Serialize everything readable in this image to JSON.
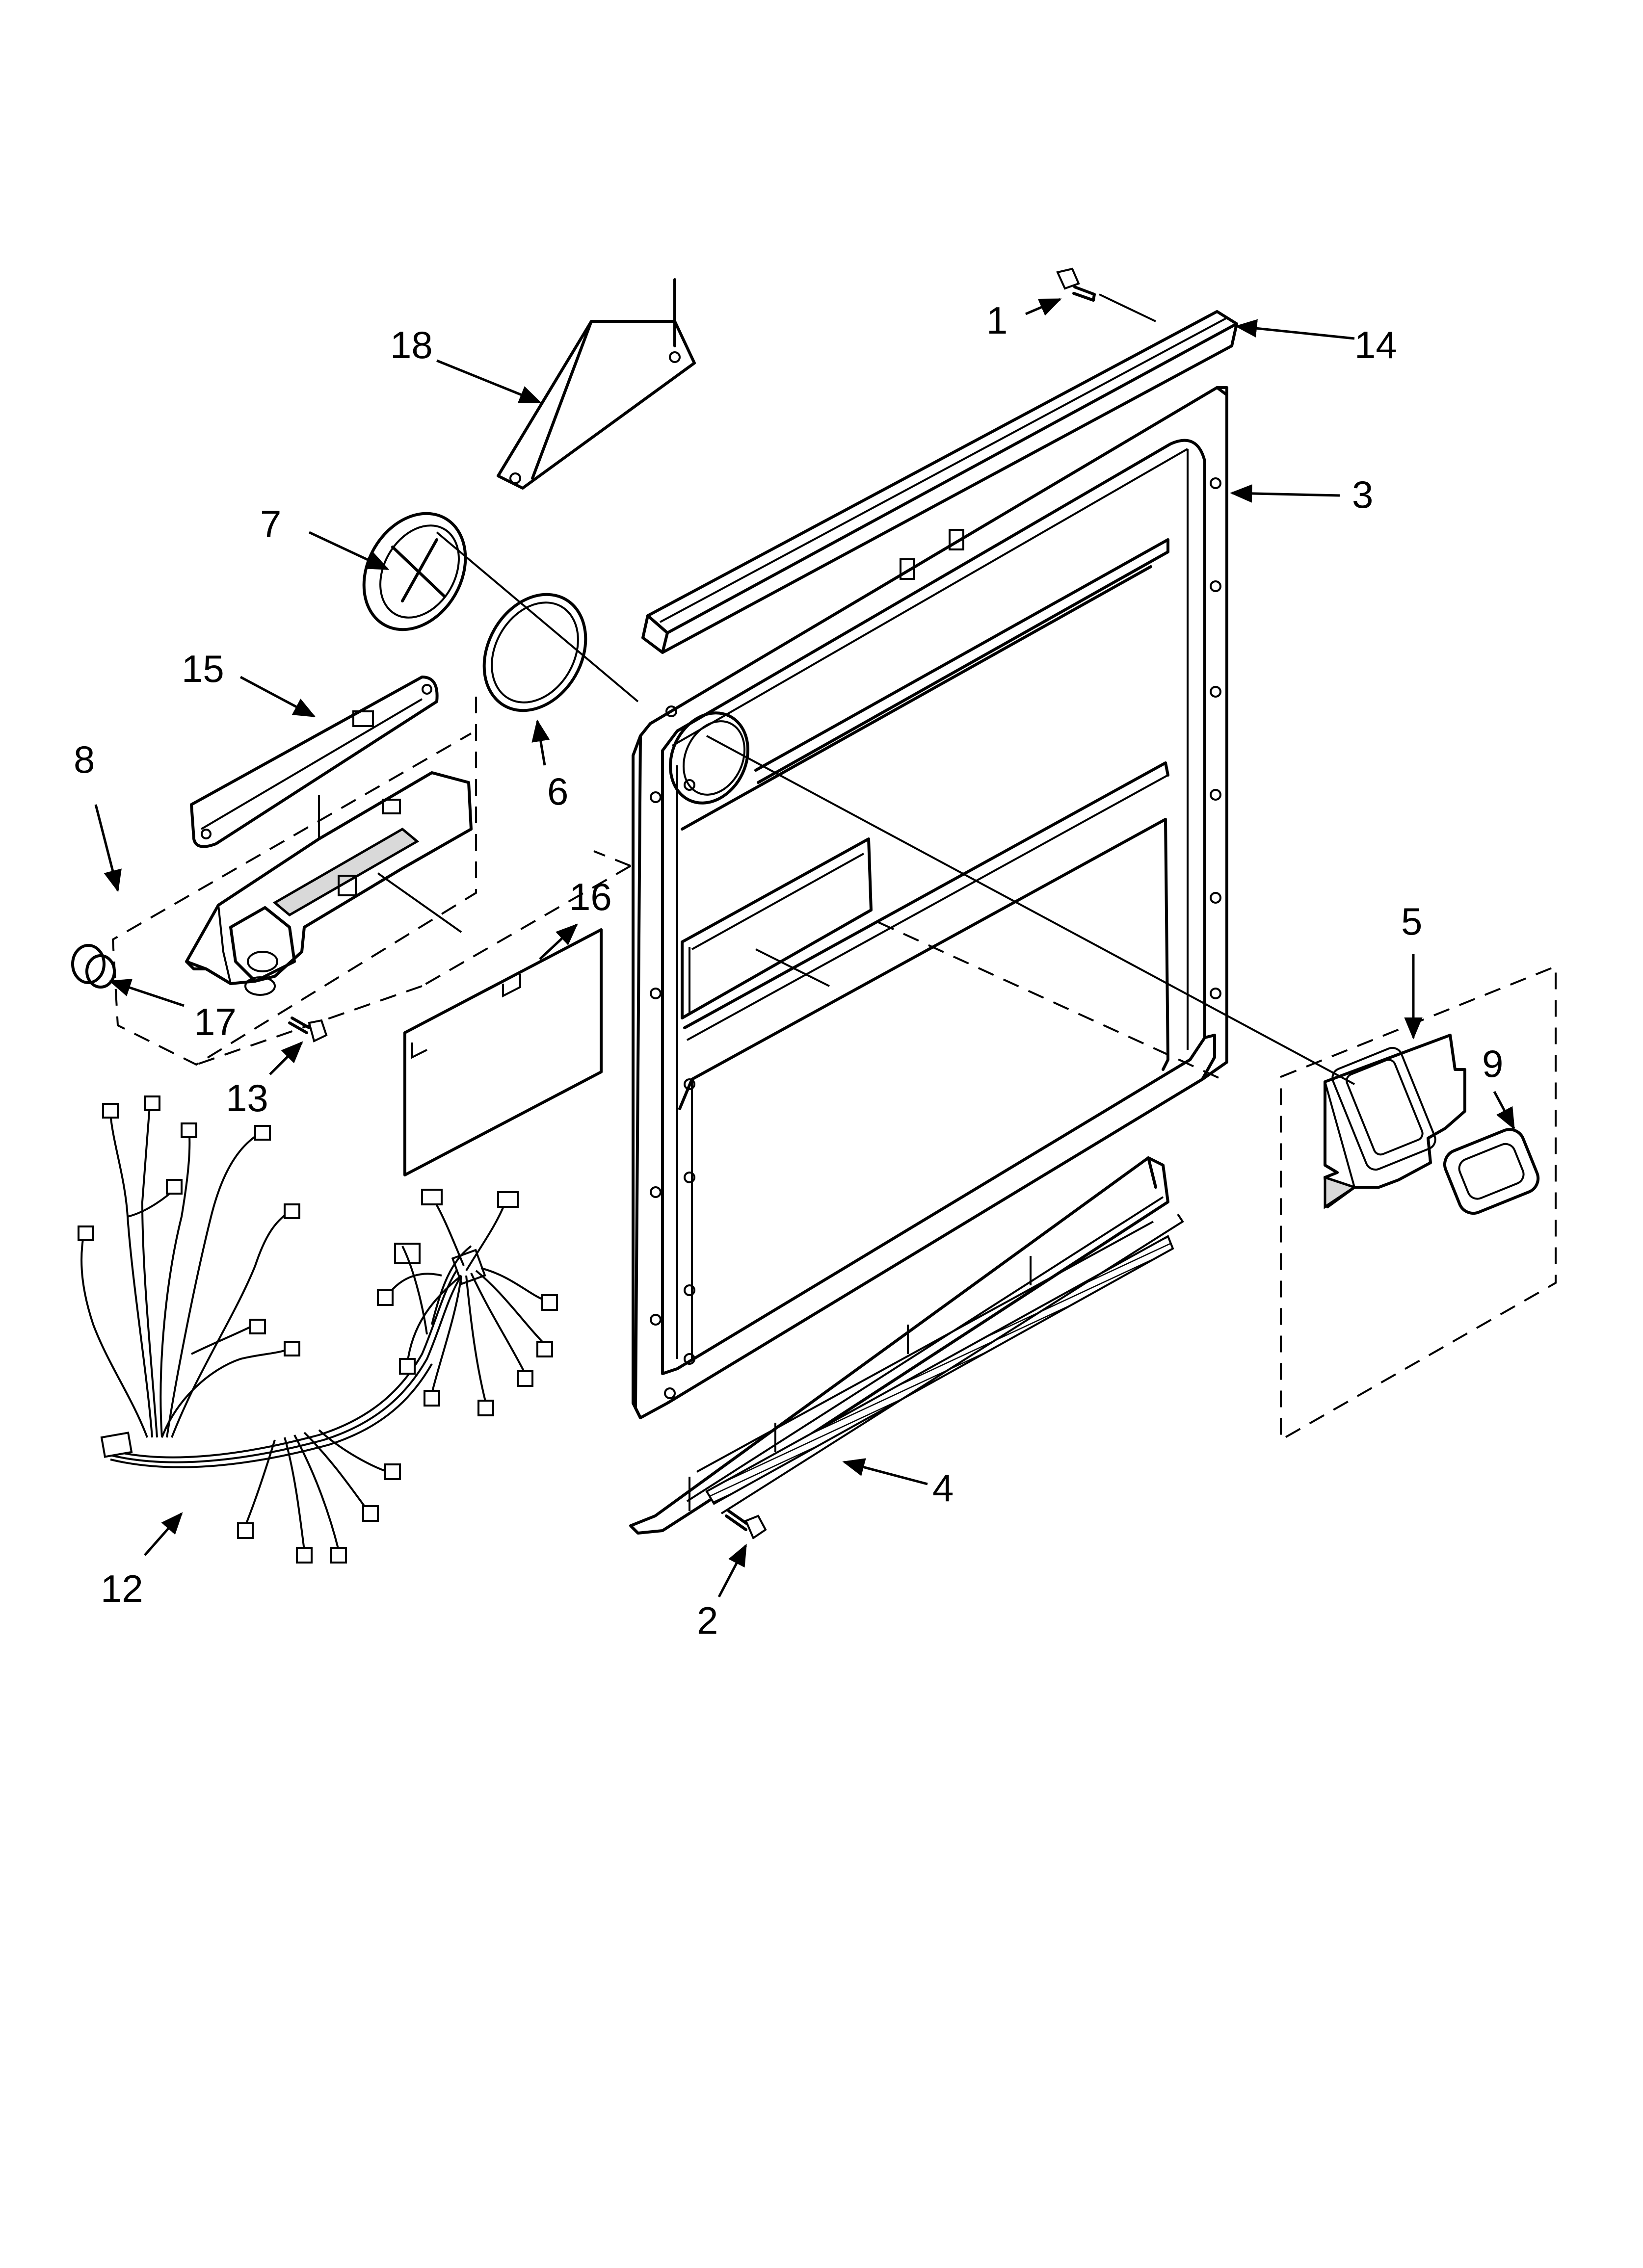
{
  "diagram": {
    "callouts": [
      {
        "id": "1",
        "text": "1"
      },
      {
        "id": "2",
        "text": "2"
      },
      {
        "id": "3",
        "text": "3"
      },
      {
        "id": "4",
        "text": "4"
      },
      {
        "id": "5",
        "text": "5"
      },
      {
        "id": "6",
        "text": "6"
      },
      {
        "id": "7",
        "text": "7"
      },
      {
        "id": "8",
        "text": "8"
      },
      {
        "id": "9",
        "text": "9"
      },
      {
        "id": "12",
        "text": "12"
      },
      {
        "id": "13",
        "text": "13"
      },
      {
        "id": "14",
        "text": "14"
      },
      {
        "id": "15",
        "text": "15"
      },
      {
        "id": "16",
        "text": "16"
      },
      {
        "id": "17",
        "text": "17"
      },
      {
        "id": "18",
        "text": "18"
      }
    ]
  }
}
